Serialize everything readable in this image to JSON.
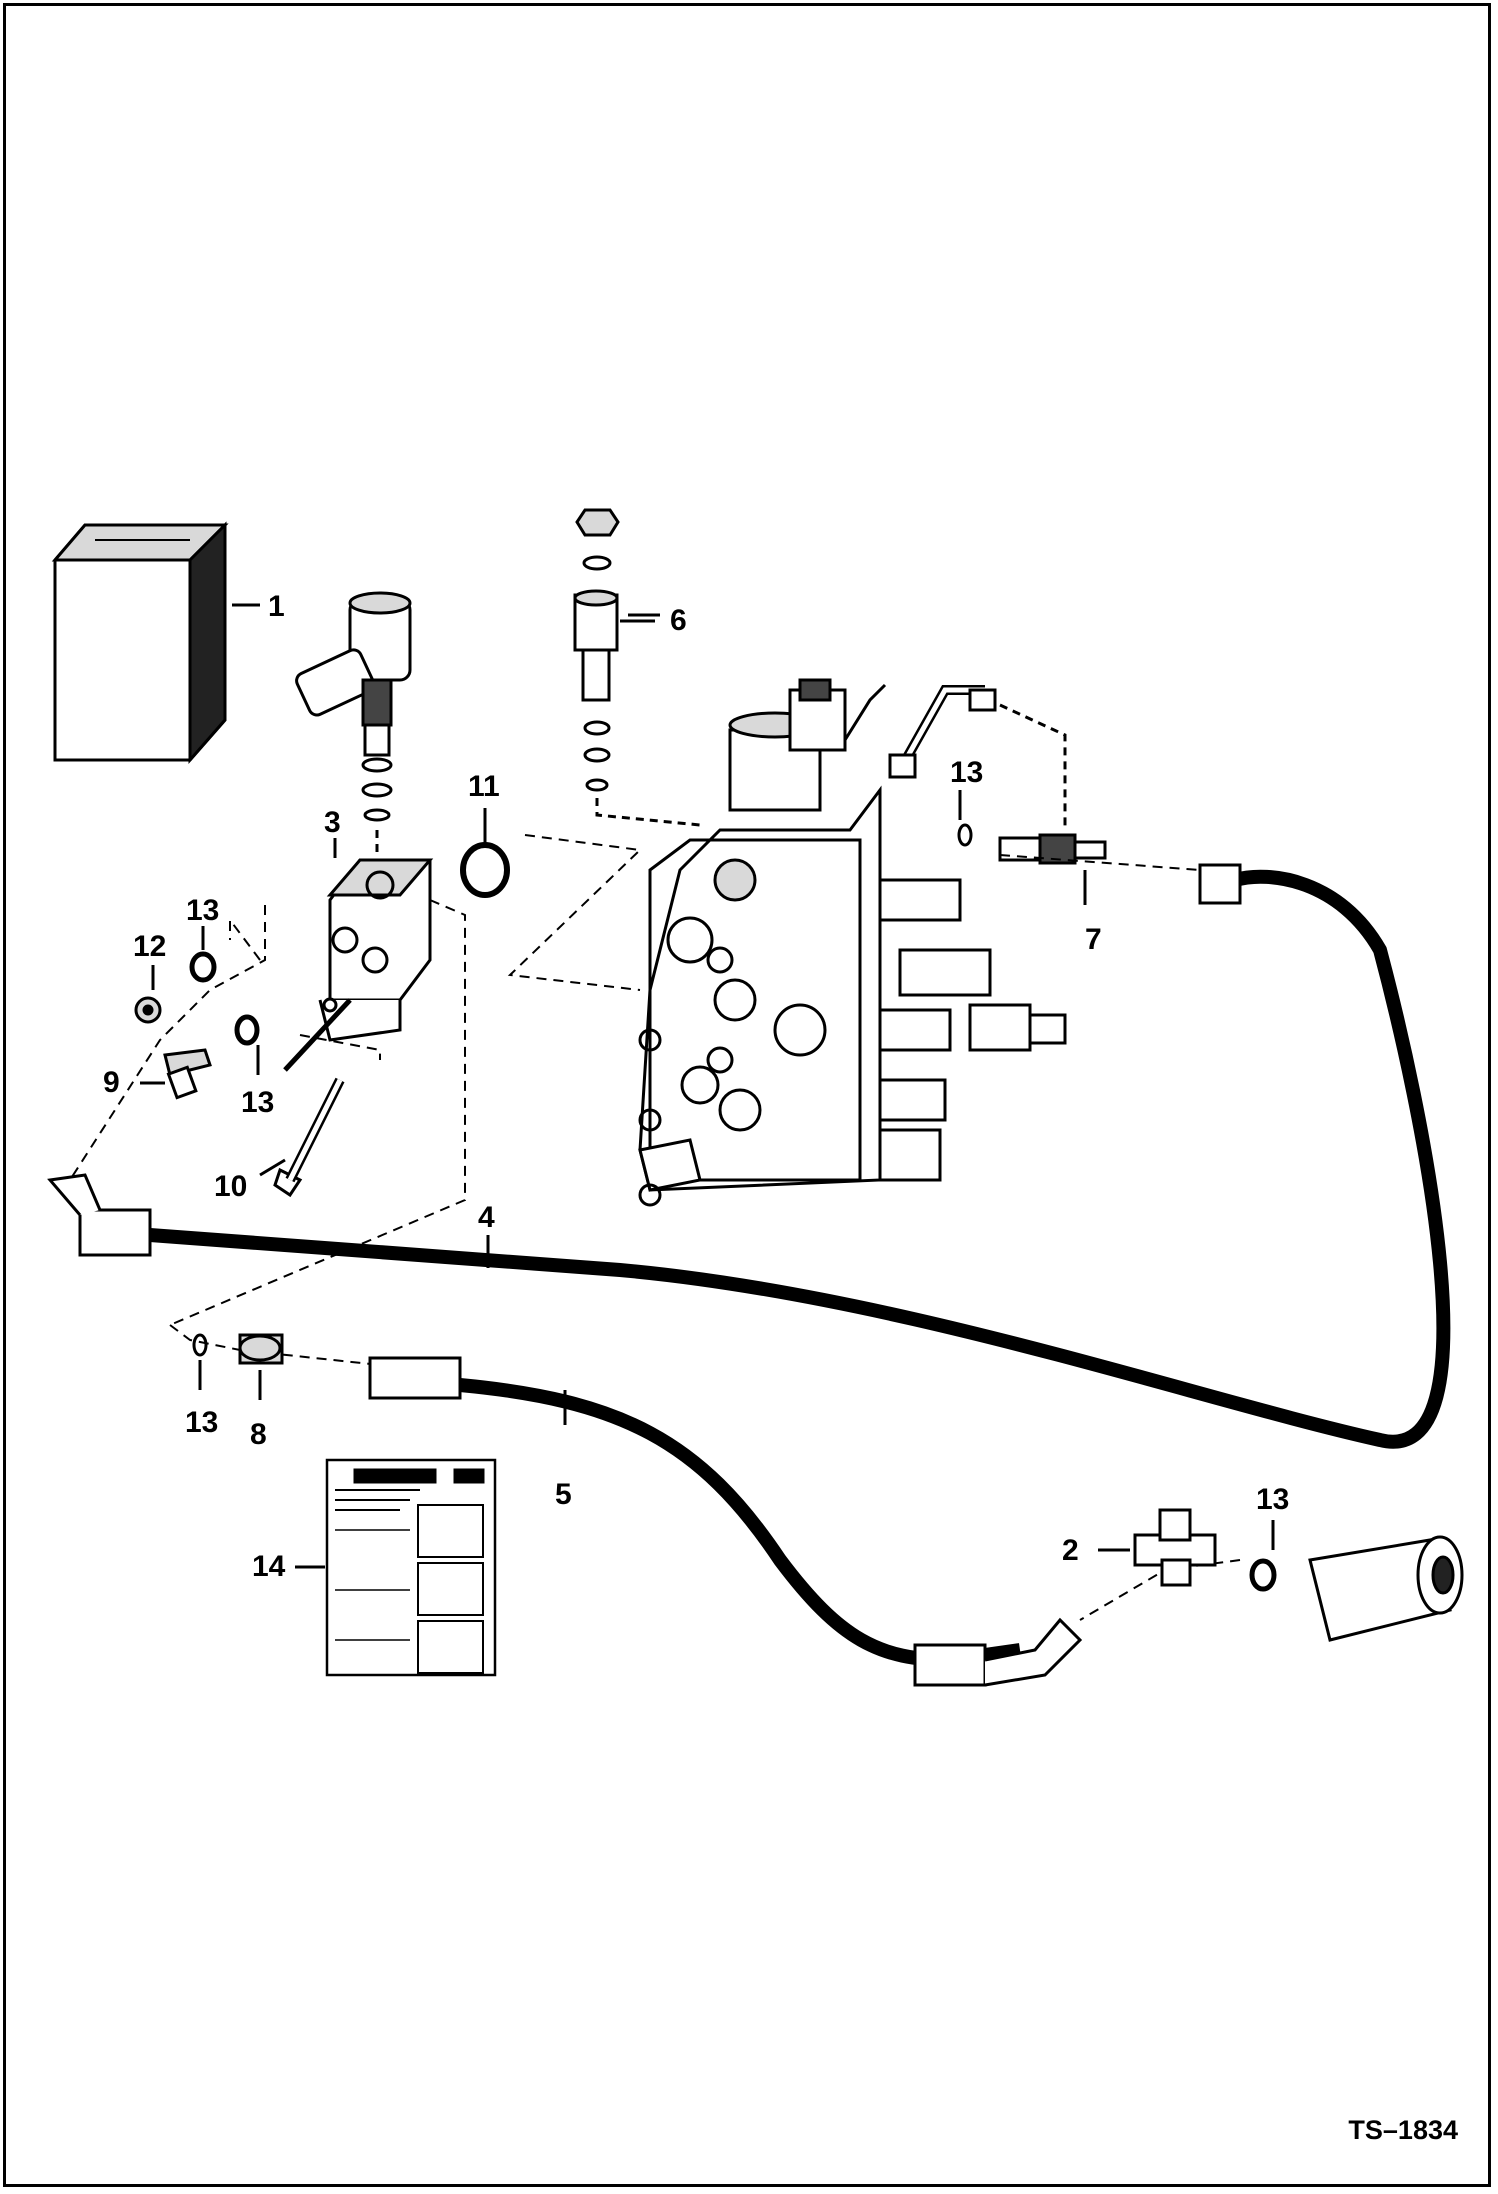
{
  "figure_id": "TS–1834",
  "callouts": {
    "c1": "1",
    "c2": "2",
    "c3": "3",
    "c4": "4",
    "c5": "5",
    "c6": "6",
    "c7": "7",
    "c8": "8",
    "c9": "9",
    "c10": "10",
    "c11": "11",
    "c12": "12",
    "c13a": "13",
    "c13b": "13",
    "c13c": "13",
    "c13d": "13",
    "c13e": "13",
    "c14": "14"
  },
  "colors": {
    "ink": "#000000",
    "paper": "#ffffff",
    "shade": "#d9d9d9"
  }
}
